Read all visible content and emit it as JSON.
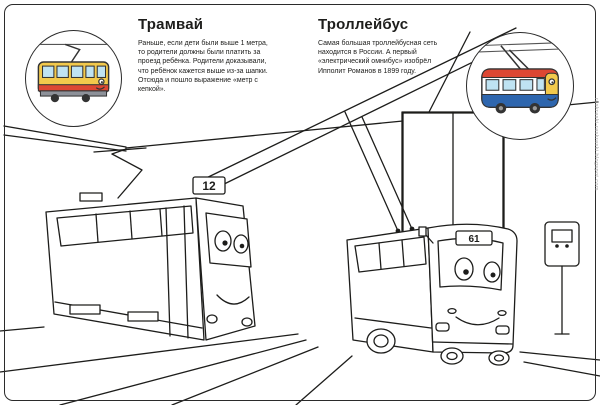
{
  "page": {
    "watermark": "raskraski-raskraski.blogspot.com"
  },
  "tram": {
    "title": "Трамвай",
    "description": "Раньше, если дети были выше 1 метра, то родители должны были платить за проезд ребёнка. Родители доказывали, что ребёнок кажется выше из-за шапки. Отсюда и пошло выражение «метр с кепкой».",
    "route_number": "12"
  },
  "trolleybus": {
    "title": "Троллейбус",
    "description": "Самая большая троллейбусная сеть находится в России. А первый «электрический омнибус» изобрёл Ипполит Романов в 1899 году.",
    "route_number": "61"
  },
  "colors": {
    "mini_body_yellow": "#F2C94C",
    "accent_red": "#DD4733",
    "trolleybus_blue": "#2E66AE",
    "window_blue": "#BFE3F2",
    "skirt_gray": "#8D9199",
    "line": "#1d1d1b"
  }
}
